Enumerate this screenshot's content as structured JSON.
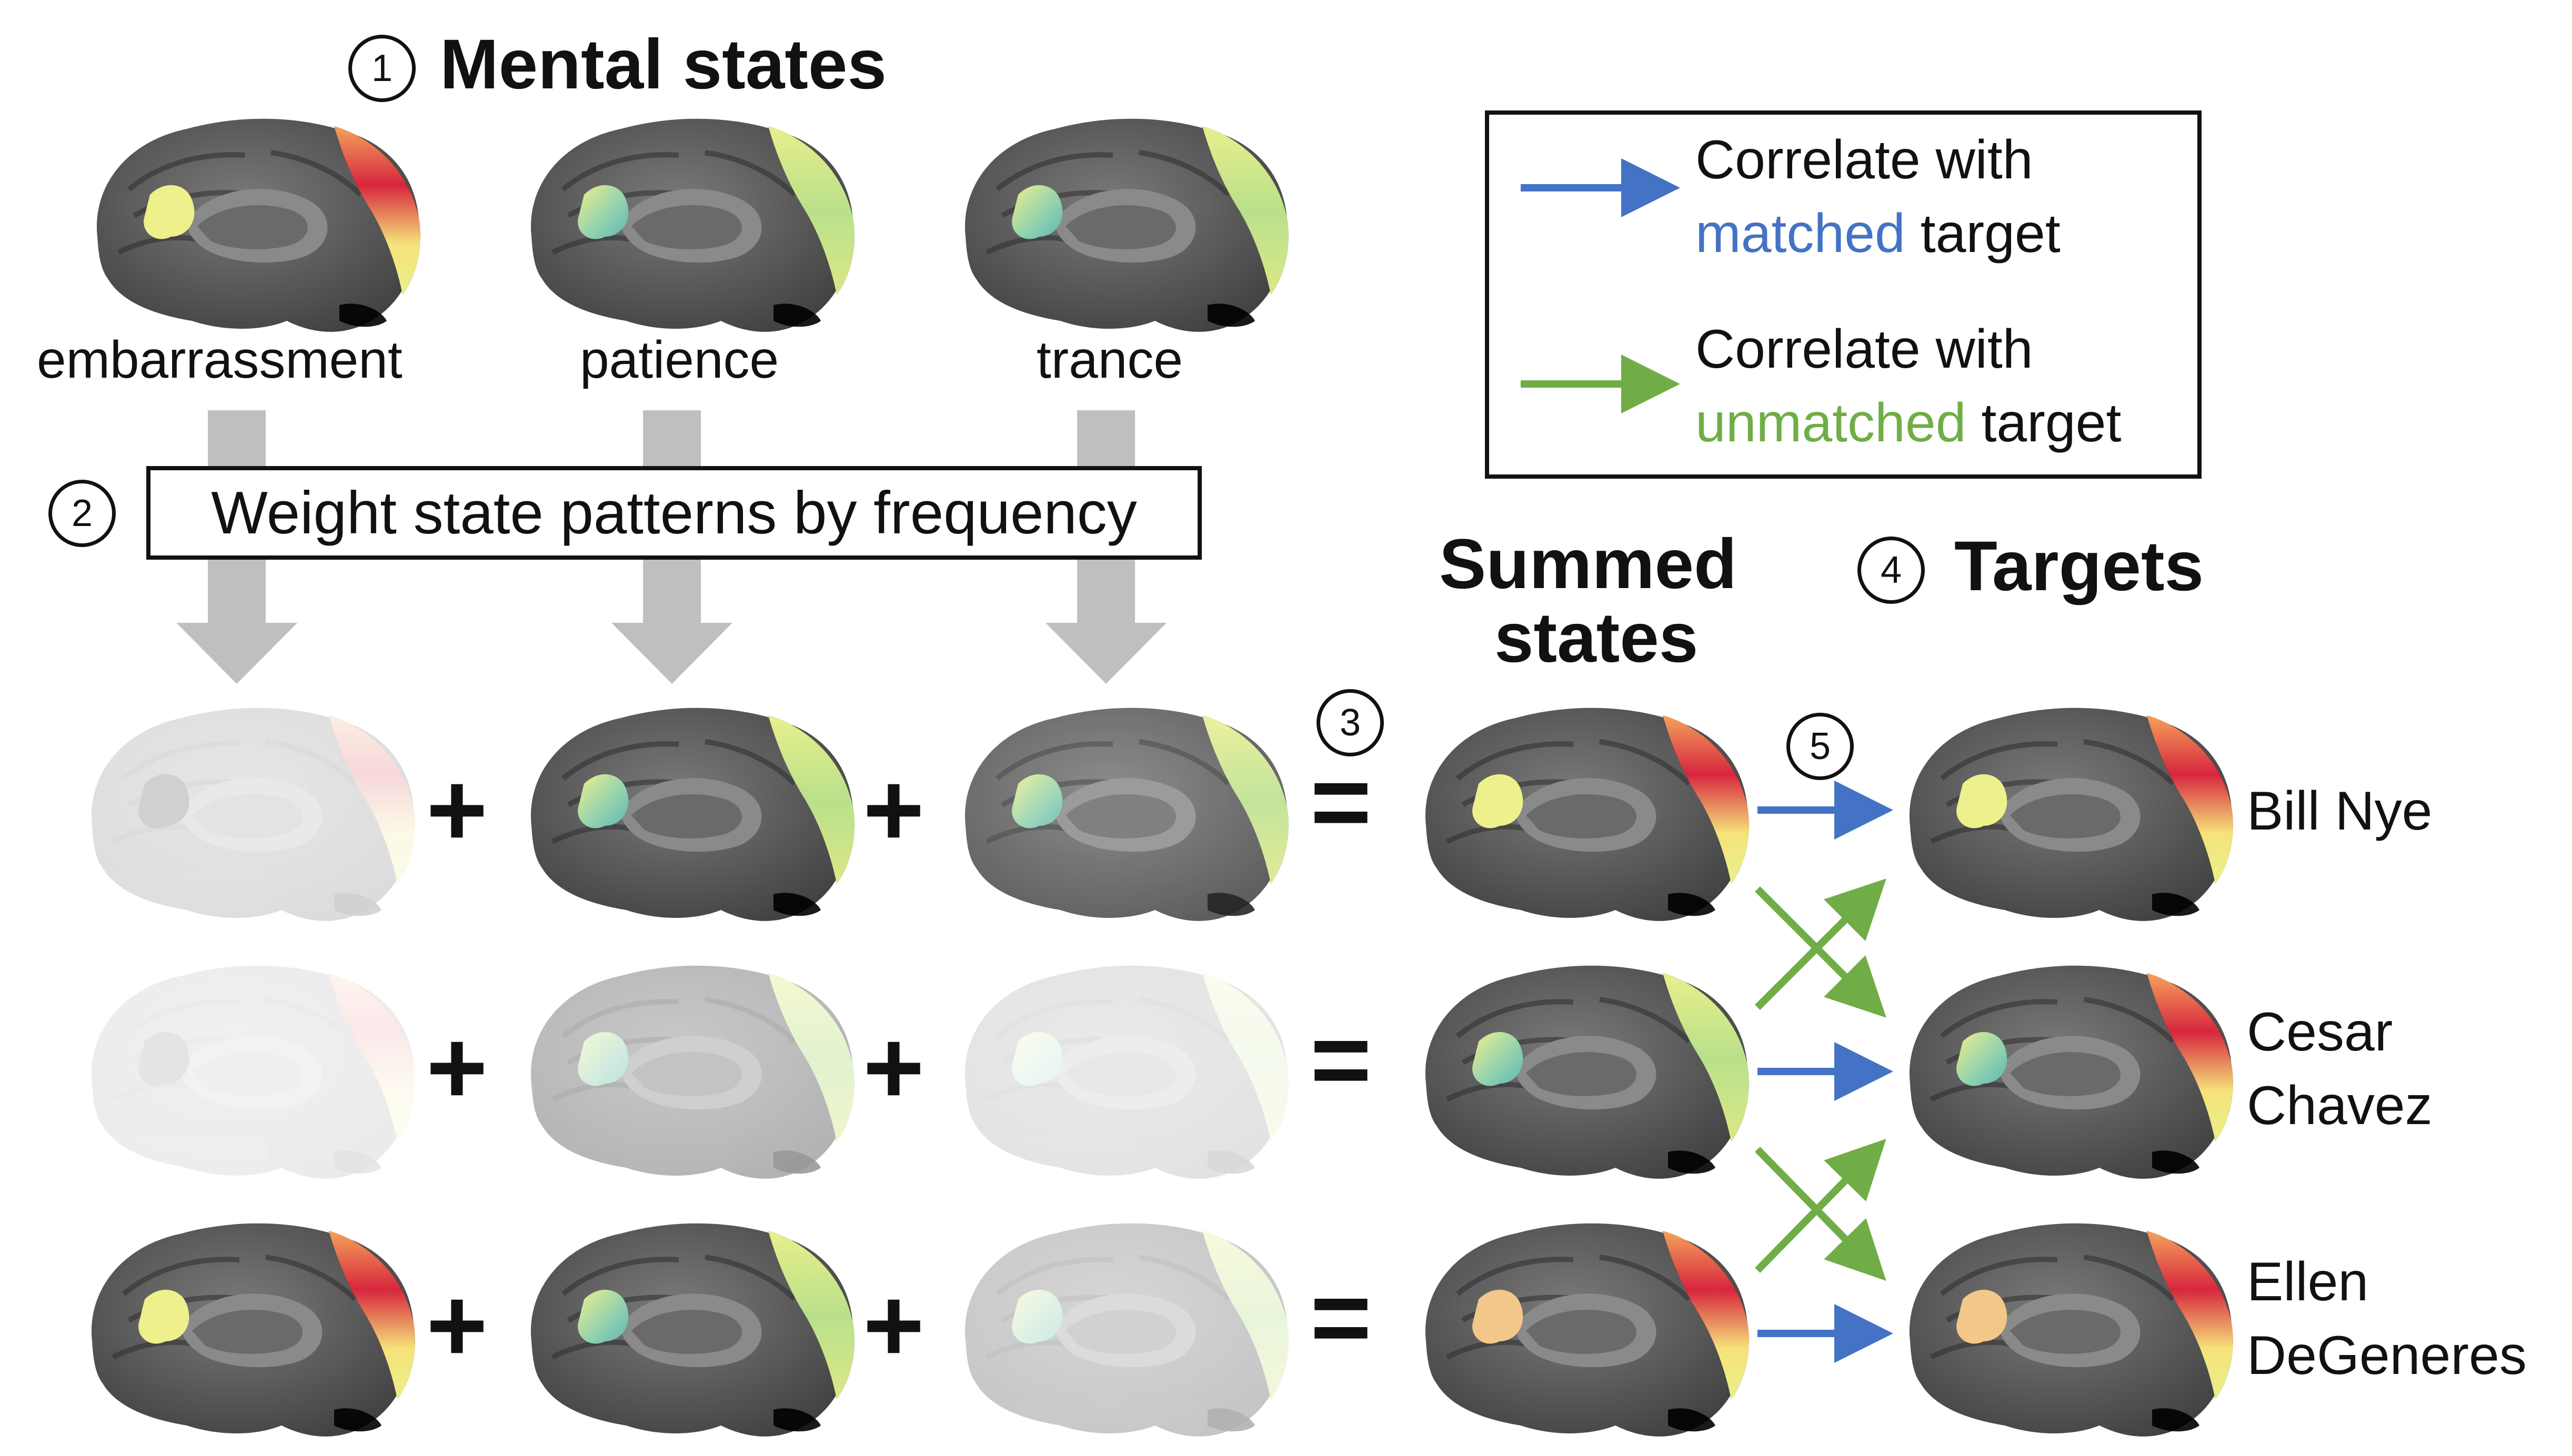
{
  "step_labels": {
    "s1": "1",
    "s2": "2",
    "s3": "3",
    "s4": "4",
    "s5": "5"
  },
  "titles": {
    "mental_states": "Mental states",
    "summed_line1": "Summed",
    "summed_line2": "states",
    "targets": "Targets"
  },
  "state_names": [
    "embarrassment",
    "patience",
    "trance"
  ],
  "weight_box": "Weight state patterns by frequency",
  "legend": {
    "matched": {
      "line1": "Correlate with",
      "highlight": "matched",
      "rest": " target",
      "arrow_color": "#4472C4"
    },
    "unmatched": {
      "line1": "Correlate with",
      "highlight": "unmatched",
      "rest": " target",
      "arrow_color": "#70AD47"
    }
  },
  "operators": {
    "plus": "+",
    "equals": "="
  },
  "targets": [
    {
      "line1": "Bill Nye",
      "line2": ""
    },
    {
      "line1": "Cesar",
      "line2": "Chavez"
    },
    {
      "line1": "Ellen",
      "line2": "DeGeneres"
    }
  ],
  "colors": {
    "blue": "#4472C4",
    "green": "#70AD47",
    "gray_arrow": "#BFBFBF"
  }
}
